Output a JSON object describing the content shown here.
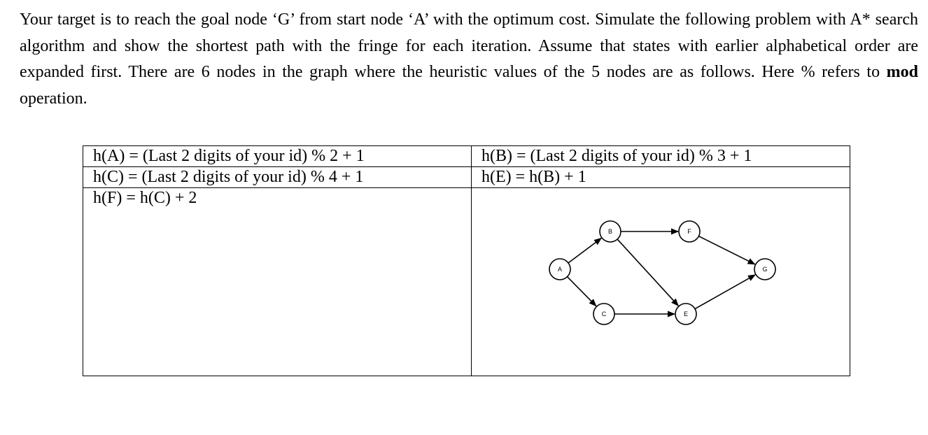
{
  "problem": {
    "text_before_bold": "Your target is to reach the goal node ‘G’ from start node ‘A’ with the optimum cost. Simulate the following problem with A* search algorithm and show the shortest path with the fringe for each iteration. Assume that states with earlier alphabetical order are expanded first.  There are 6 nodes in the graph where the heuristic values of the 5 nodes are as follows. Here % refers to ",
    "bold_word": "mod",
    "text_after_bold": " operation."
  },
  "heuristics": {
    "hA": "h(A) = (Last 2 digits of your id) % 2 + 1",
    "hB": "h(B) = (Last 2 digits of your id) % 3 + 1",
    "hC": "h(C) = (Last 2 digits of your id) %  4 + 1",
    "hE": "h(E) = h(B) + 1",
    "hF": "h(F) = h(C) + 2"
  },
  "graph": {
    "nodes": [
      "A",
      "B",
      "C",
      "E",
      "F",
      "G"
    ],
    "edges": [
      [
        "A",
        "B"
      ],
      [
        "A",
        "C"
      ],
      [
        "B",
        "F"
      ],
      [
        "B",
        "E"
      ],
      [
        "C",
        "E"
      ],
      [
        "F",
        "G"
      ],
      [
        "E",
        "G"
      ]
    ],
    "stroke_color": "#000000"
  }
}
